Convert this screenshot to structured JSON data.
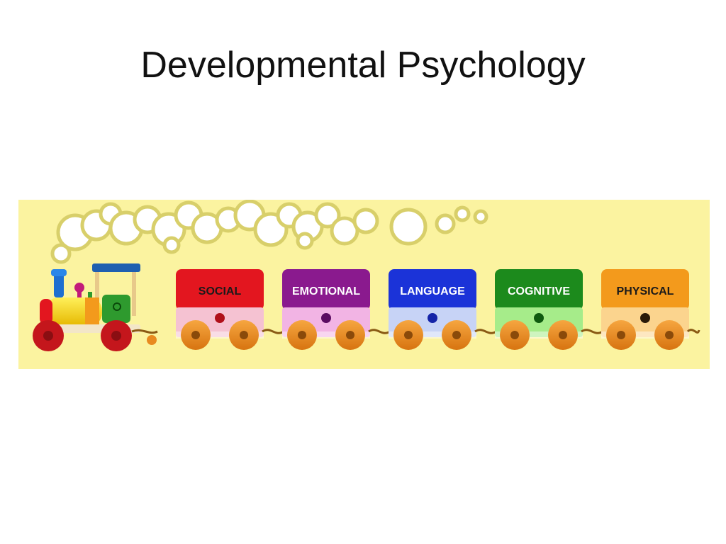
{
  "slide": {
    "title": "Developmental Psychology"
  },
  "train": {
    "cars": [
      {
        "label": "SOCIAL",
        "roof_color": "#e3161f",
        "body_color": "#f5c2d2",
        "label_color": "#1a1a1a",
        "dot_color": "#b0101a"
      },
      {
        "label": "EMOTIONAL",
        "roof_color": "#8a1a8e",
        "body_color": "#f2b4e4",
        "label_color": "#ffffff",
        "dot_color": "#5b0c61"
      },
      {
        "label": "LANGUAGE",
        "roof_color": "#1b33d8",
        "body_color": "#c7d3f6",
        "label_color": "#ffffff",
        "dot_color": "#1524a8"
      },
      {
        "label": "COGNITIVE",
        "roof_color": "#1c8a1c",
        "body_color": "#a6ec8a",
        "label_color": "#ffffff",
        "dot_color": "#0f5a0f"
      },
      {
        "label": "PHYSICAL",
        "roof_color": "#f39a1c",
        "body_color": "#fbd48e",
        "label_color": "#1a1a1a",
        "dot_color": "#2a1a08"
      }
    ],
    "banner_color": "#fbf3a0",
    "wheel_color": "#e88a1f",
    "smoke_color": "#ffffff",
    "smoke_outline": "#d8cf6a"
  }
}
